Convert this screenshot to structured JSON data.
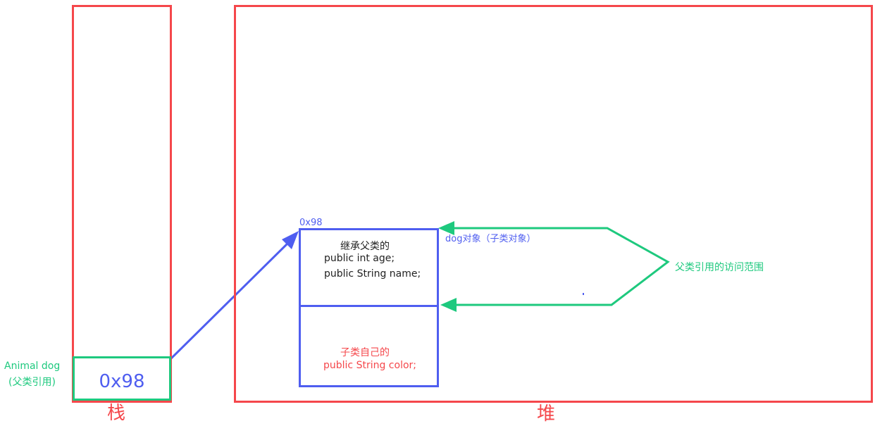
{
  "colors": {
    "memory_region": "#f5474b",
    "reference": "#1ec97e",
    "object": "#4f5ef0",
    "own_field_text": "#f5474b",
    "inherited_text": "#222222"
  },
  "stack": {
    "label": "栈",
    "variable": {
      "declaration": "Animal dog",
      "note": "(父类引用)",
      "value": "0x98"
    }
  },
  "heap": {
    "label": "堆",
    "object": {
      "address": "0x98",
      "caption": "dog对象（子类对象）",
      "inherited_section": {
        "title": "继承父类的",
        "fields": [
          "public int age;",
          "public String name;"
        ]
      },
      "own_section": {
        "title": "子类自己的",
        "fields": [
          "public String color;"
        ]
      }
    },
    "access_annotation": "父类引用的访问范围"
  }
}
